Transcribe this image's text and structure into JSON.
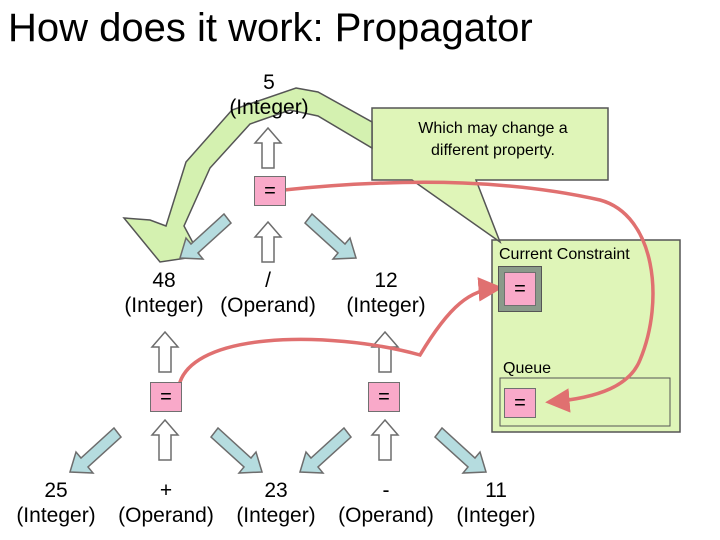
{
  "title": "How does it work: Propagator",
  "callout": {
    "line1": "Which may change a",
    "line2": "different property."
  },
  "nodes": {
    "top": {
      "value": "5",
      "type": "(Integer)"
    },
    "mid_left": {
      "value": "48",
      "type": "(Integer)"
    },
    "mid_op": {
      "value": "/",
      "type": "(Operand)"
    },
    "mid_right": {
      "value": "12",
      "type": "(Integer)"
    },
    "b1": {
      "value": "25",
      "type": "(Integer)"
    },
    "b2": {
      "value": "+",
      "type": "(Operand)"
    },
    "b3": {
      "value": "23",
      "type": "(Integer)"
    },
    "b4": {
      "value": "-",
      "type": "(Operand)"
    },
    "b5": {
      "value": "11",
      "type": "(Integer)"
    }
  },
  "constraints": {
    "top": "=",
    "left": "=",
    "right": "="
  },
  "panel": {
    "current_label": "Current Constraint",
    "current_value": "=",
    "queue_label": "Queue",
    "queue_value": "="
  },
  "colors": {
    "green_arrow": "#d4f1b0",
    "pink_box": "#f9a9c9",
    "panel_bg": "#dff5b8",
    "red_arrow": "#e08080",
    "callout_bg": "#dff5b8",
    "blue_arrow": "#b5dcdf"
  }
}
